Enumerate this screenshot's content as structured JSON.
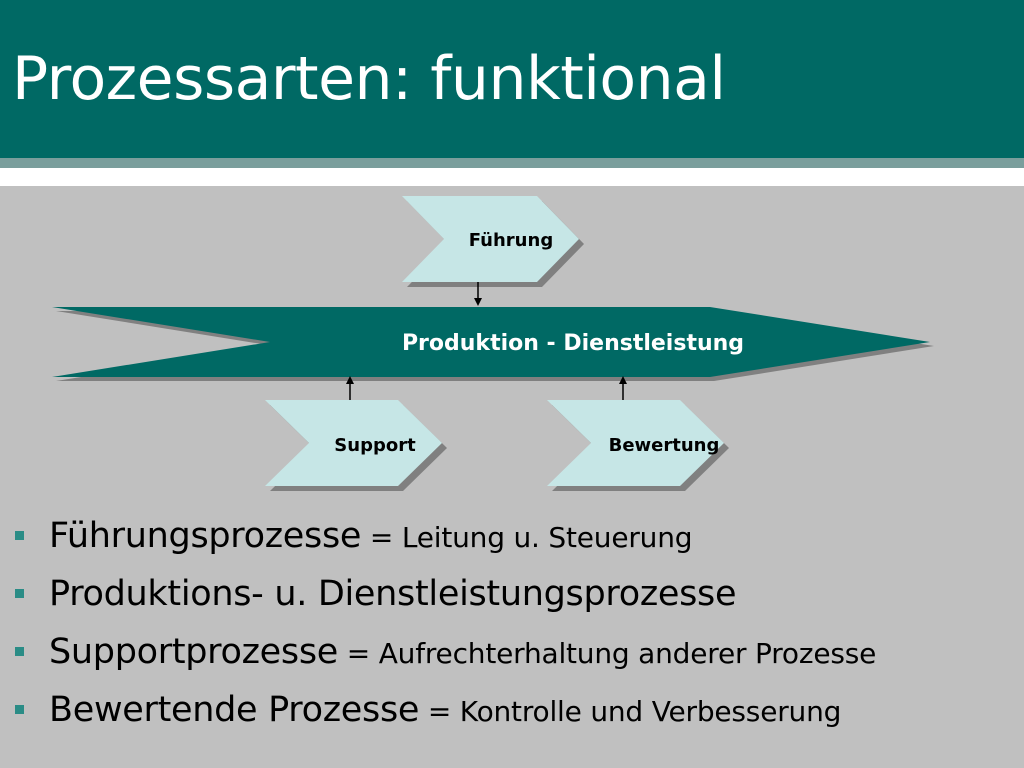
{
  "slide": {
    "title": "Prozessarten: funktional"
  },
  "diagram": {
    "fuehrung": "Führung",
    "produktion": "Produktion - Dienstleistung",
    "support": "Support",
    "bewertung": "Bewertung"
  },
  "bullets": [
    {
      "main": "Führungsprozesse",
      "rest": " = Leitung u. Steuerung"
    },
    {
      "main": "Produktions- u. Dienstleistungsprozesse",
      "rest": ""
    },
    {
      "main": "Supportprozesse",
      "rest": " = Aufrechterhaltung anderer Prozesse"
    },
    {
      "main": "Bewertende Prozesse",
      "rest": " = Kontrolle und Verbesserung"
    }
  ],
  "colors": {
    "header": "#006964",
    "background": "#c0c0c0",
    "chevron_fill": "#c6e6e6",
    "main_arrow": "#006964",
    "bullet": "#2a8c86"
  }
}
